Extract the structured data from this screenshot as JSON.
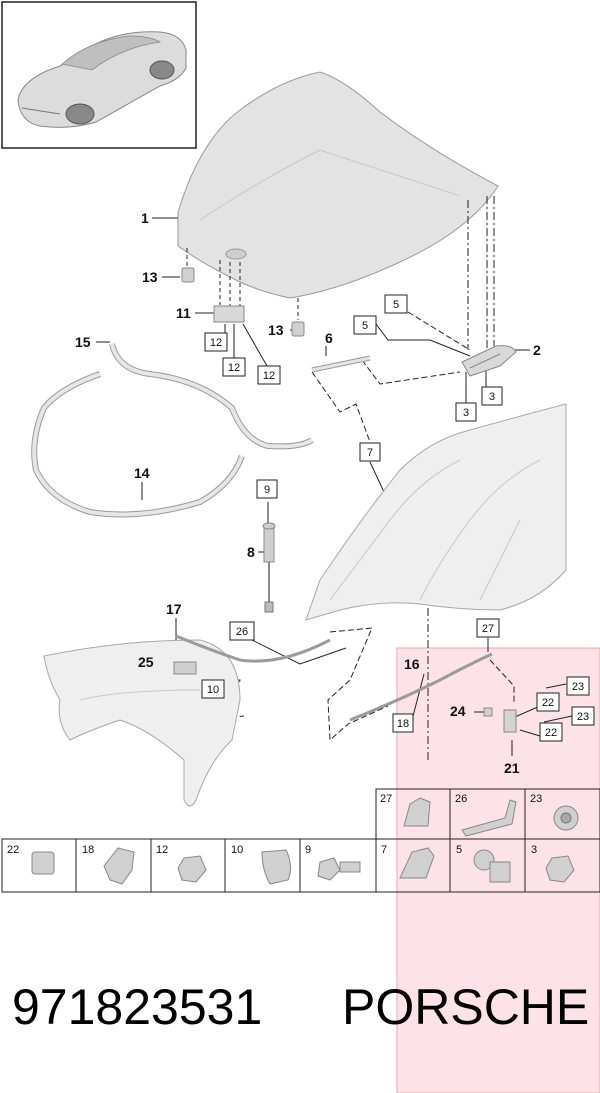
{
  "colors": {
    "highlight": "#fde3e8",
    "highlight_border": "#e8a5b1",
    "line": "#222222",
    "part_fill": "#e6e6e6",
    "part_stroke": "#9a9a9a"
  },
  "callouts": {
    "c1": "1",
    "c2": "2",
    "c6": "6",
    "c8": "8",
    "c11": "11",
    "c13a": "13",
    "c13b": "13",
    "c14": "14",
    "c15": "15",
    "c16": "16",
    "c17": "17",
    "c21": "21",
    "c24": "24",
    "c25": "25"
  },
  "boxed_refs": {
    "b5a": "5",
    "b5b": "5",
    "b3a": "3",
    "b3b": "3",
    "b12a": "12",
    "b12b": "12",
    "b12c": "12",
    "b7": "7",
    "b9": "9",
    "b26": "26",
    "b10": "10",
    "b27": "27",
    "b18": "18",
    "b22a": "22",
    "b22b": "22",
    "b23a": "23",
    "b23b": "23"
  },
  "fastener_grid": {
    "top_row": [
      "27",
      "26",
      "23"
    ],
    "bottom_row": [
      "22",
      "18",
      "12",
      "10",
      "9",
      "7",
      "5",
      "3"
    ]
  },
  "footer": {
    "part_number": "971823531",
    "brand": "PORSCHE"
  }
}
